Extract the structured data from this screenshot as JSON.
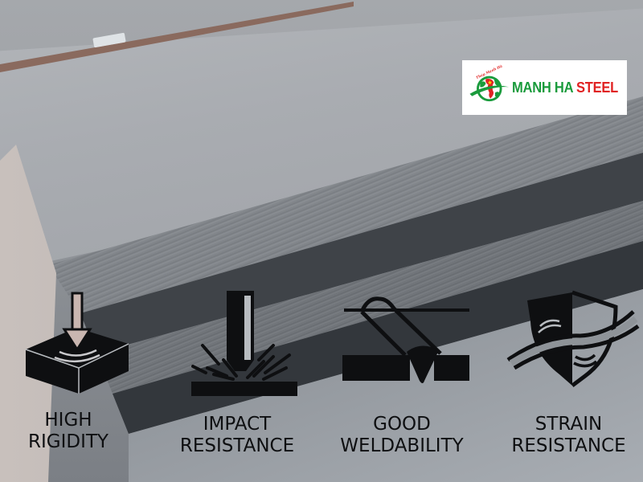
{
  "logo": {
    "brand_green": "MANH HA ",
    "brand_red": "STEEL",
    "arc_text": "Thép Mạnh Hà",
    "colors": {
      "green": "#1a9b3c",
      "red": "#e02323",
      "background": "#ffffff"
    }
  },
  "background": {
    "subject": "stacked steel plates",
    "colors": {
      "plate_light": "#b3b6ba",
      "plate_edge": "#7d8186",
      "shadow": "#3f4348"
    }
  },
  "features": [
    {
      "icon": "pressure-block-icon",
      "line1": "HIGH",
      "line2": "RIGIDITY"
    },
    {
      "icon": "impact-hammer-icon",
      "line1": "IMPACT",
      "line2": "RESISTANCE"
    },
    {
      "icon": "weld-joint-icon",
      "line1": "GOOD",
      "line2": "WELDABILITY"
    },
    {
      "icon": "shield-wave-icon",
      "line1": "STRAIN",
      "line2": "RESISTANCE"
    }
  ]
}
